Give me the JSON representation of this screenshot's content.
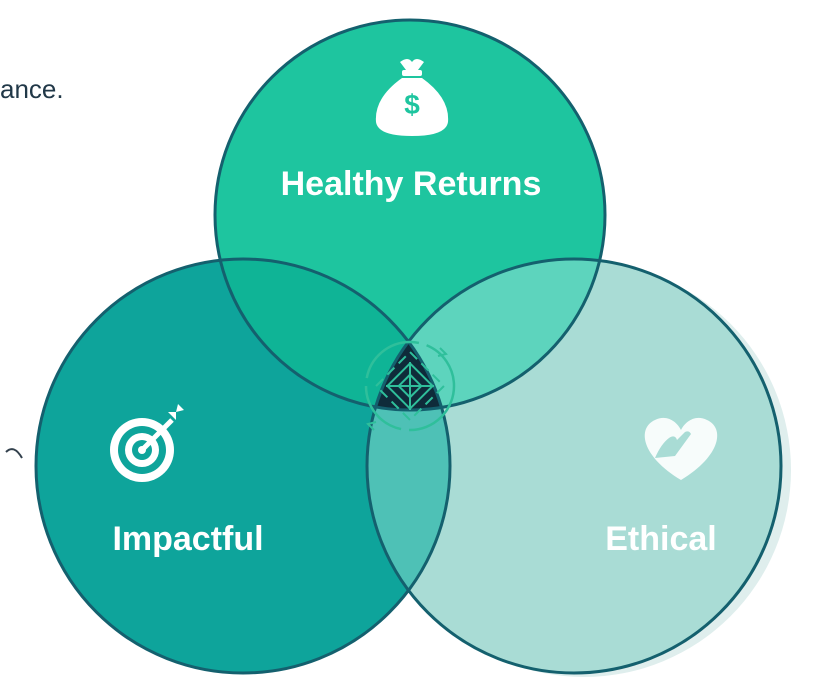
{
  "intro_fragment": "ance.",
  "circles": [
    {
      "key": "top",
      "label": "Healthy Returns",
      "icon": "money-bag-icon",
      "color": "#1ec59f"
    },
    {
      "key": "left",
      "label": "Impactful",
      "icon": "target-icon",
      "color": "#0ea49b"
    },
    {
      "key": "right",
      "label": "Ethical",
      "icon": "heart-hand-icon",
      "color": "#a9dcd5"
    }
  ],
  "center_icon": "logo-emblem-icon",
  "colors": {
    "outline": "#14606e",
    "center": "#0f2b3a",
    "overlap_top_left": "#0fb496",
    "overlap_top_right": "#5dd4bd",
    "overlap_left_right": "#4ec1b6"
  }
}
